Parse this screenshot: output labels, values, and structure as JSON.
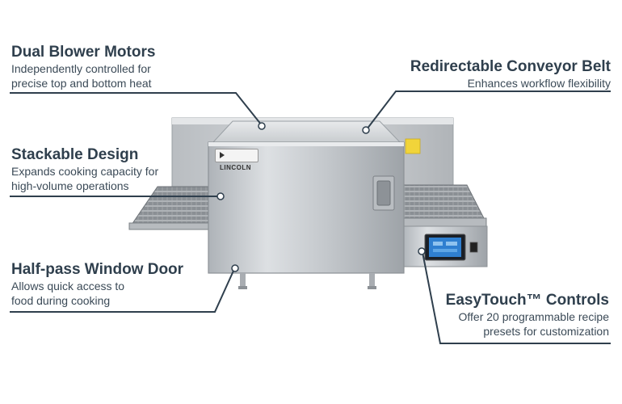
{
  "callouts": {
    "dual_blower": {
      "title": "Dual Blower Motors",
      "desc_line1": "Independently controlled for",
      "desc_line2": "precise top and bottom heat"
    },
    "conveyor": {
      "title": "Redirectable Conveyor Belt",
      "desc_line1": "Enhances workflow flexibility"
    },
    "stackable": {
      "title": "Stackable Design",
      "desc_line1": "Expands cooking capacity for",
      "desc_line2": "high-volume operations"
    },
    "window_door": {
      "title": "Half-pass Window Door",
      "desc_line1": "Allows quick access to",
      "desc_line2": "food during cooking"
    },
    "controls": {
      "title": "EasyTouch™ Controls",
      "desc_line1": "Offer 20 programmable recipe",
      "desc_line2": "presets for customization"
    }
  },
  "product": {
    "brand": "LINCOLN"
  },
  "colors": {
    "text": "#2f3f4d",
    "steel": "#c9cdd1",
    "screen": "#2f7fd0"
  }
}
